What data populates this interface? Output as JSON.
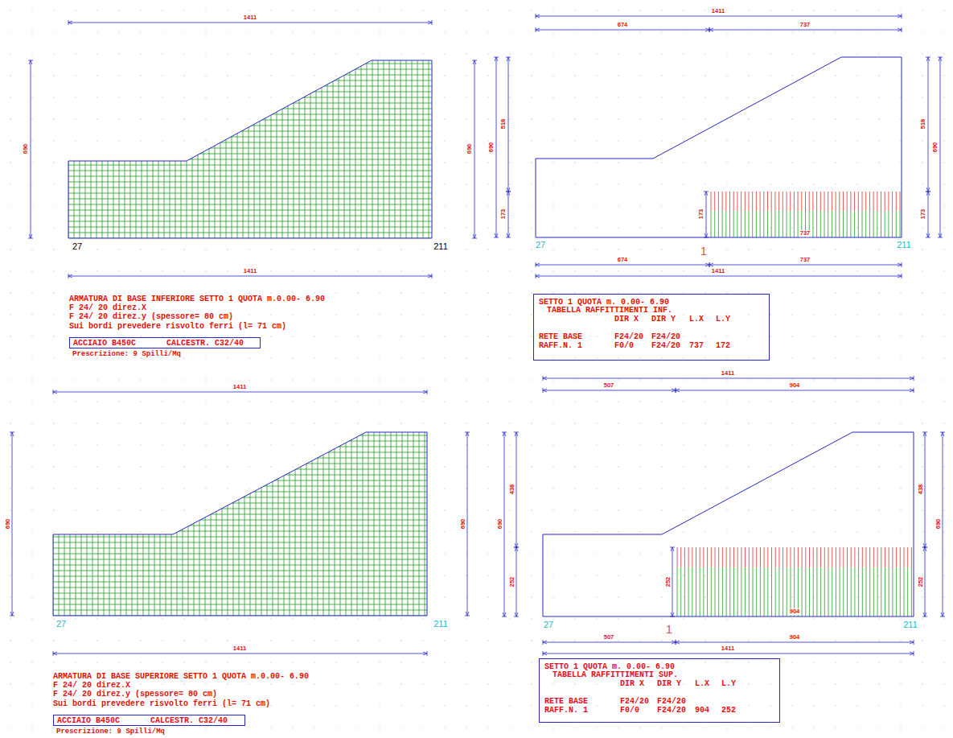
{
  "diagram": {
    "nodes": [
      {
        "text": [
          "ACCIAIO B450C",
          "CALCESTR. C32/40"
        ]
      },
      {
        "text": [
          "SETTO 1 QUOTA m. 0.00- 6.90",
          "TABELLA RAFFITTIMENTI INF.",
          "DIR X",
          "DIR Y",
          "L.X",
          "L.Y",
          "RETE BASE",
          "F24/20",
          "F24/20",
          "RAFF.N. 1",
          "F0/0",
          "F24/20",
          "737",
          "172"
        ]
      },
      {
        "text": [
          "ACCIAIO B450C",
          "CALCESTR. C32/40"
        ]
      },
      {
        "text": [
          "SETTO 1 QUOTA m. 0.00- 6.90",
          "TABELLA RAFFITTIMENTI SUP.",
          "DIR X",
          "DIR Y",
          "L.X",
          "L.Y",
          "RETE BASE",
          "F24/20",
          "F24/20",
          "RAFF.N. 1",
          "F0/0",
          "F24/20",
          "904",
          "252"
        ]
      }
    ],
    "labels": [
      "1411",
      "690",
      "690",
      "27",
      "211",
      "1411",
      "ARMATURA DI BASE INFERIORE SETTO 1 QUOTA m.0.00- 6.90",
      "F 24/ 20 direz.X",
      "F 24/ 20 direz.y (spessore= 80 cm)",
      "Sui bordi prevedere risvolto ferri (l= 71 cm)",
      "Prescrizione: 9 Spilli/Mq",
      "1411",
      "674",
      "737",
      "690",
      "518",
      "173",
      "518",
      "173",
      "690",
      "173",
      "737",
      "27",
      "1",
      "211",
      "674",
      "737",
      "1411",
      "1411",
      "690",
      "690",
      "27",
      "211",
      "1411",
      "ARMATURA DI BASE SUPERIORE SETTO 1 QUOTA m.0.00- 6.90",
      "F 24/ 20 direz.X",
      "F 24/ 20 direz.y (spessore= 80 cm)",
      "Sui bordi prevedere risvolto ferri (l= 71 cm)",
      "Prescrizione: 9 Spilli/Mq",
      "1411",
      "507",
      "904",
      "690",
      "438",
      "252",
      "438",
      "252",
      "690",
      "252",
      "904",
      "27",
      "1",
      "211",
      "507",
      "904",
      "1411"
    ]
  }
}
